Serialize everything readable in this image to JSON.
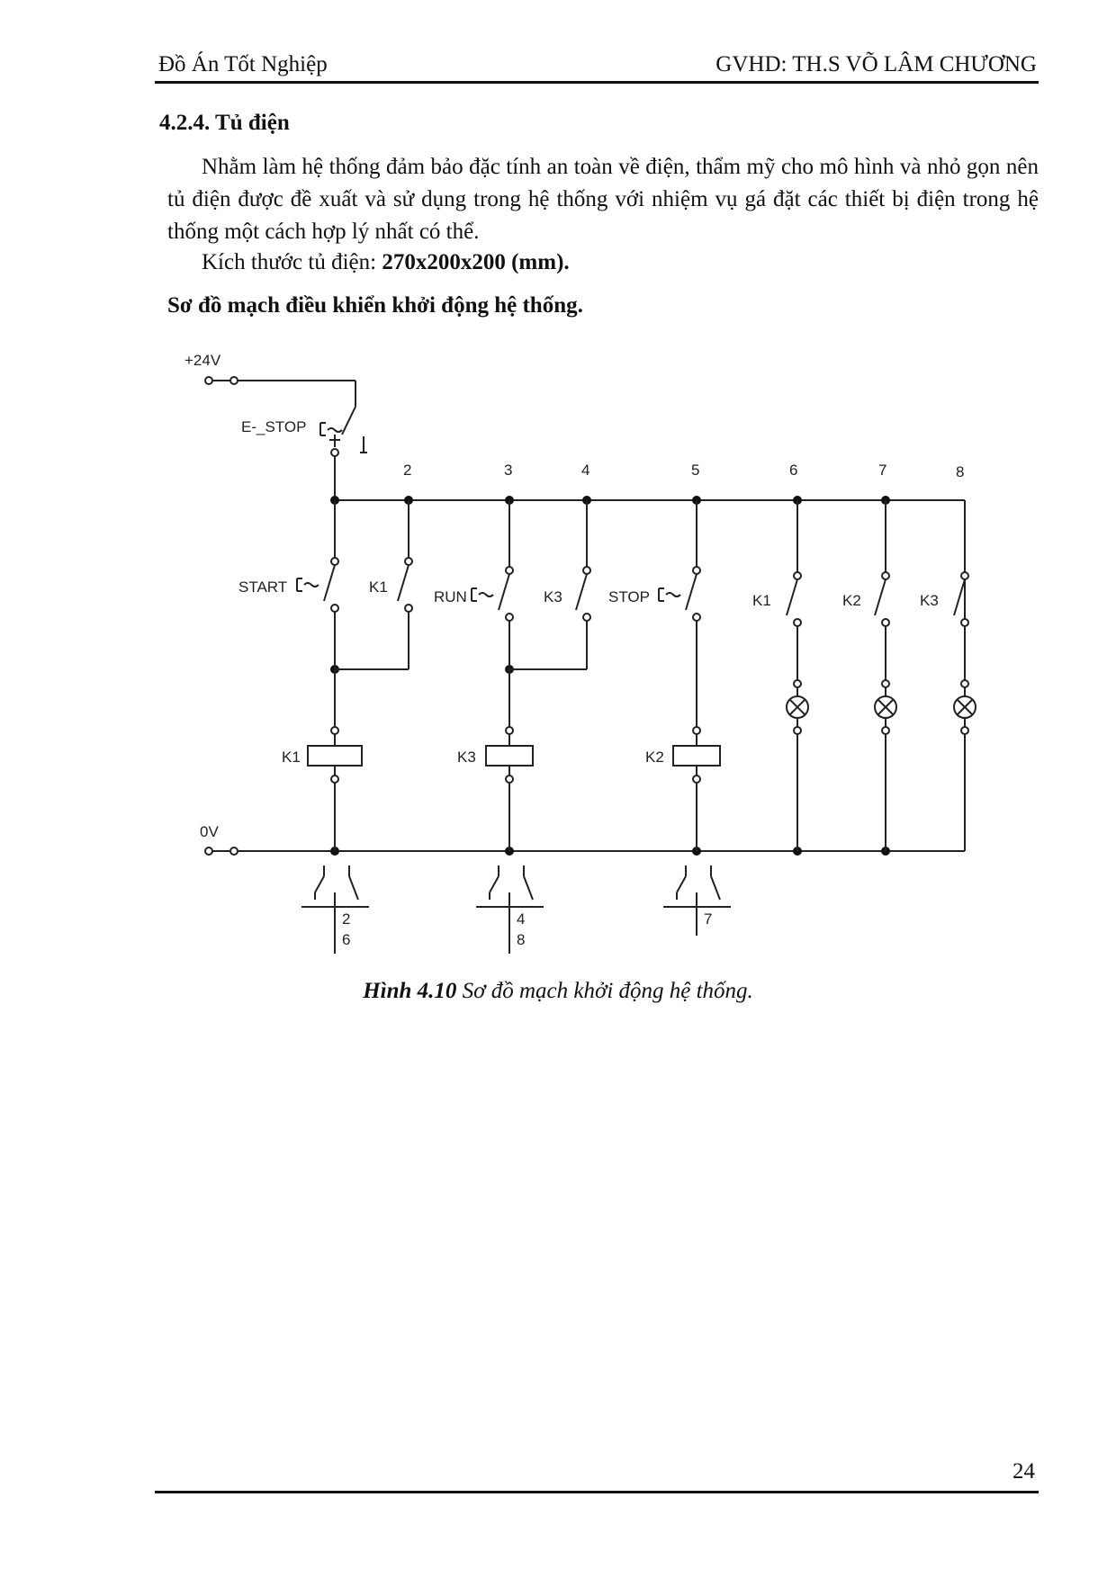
{
  "header": {
    "left": "Đồ Án Tốt Nghiệp",
    "right": "GVHD: TH.S VÕ LÂM CHƯƠNG"
  },
  "section": {
    "title": "4.2.4. Tủ điện",
    "paragraph": "Nhằm làm hệ thống đảm bảo đặc tính an toàn về điện, thẩm mỹ cho mô hình và nhỏ gọn nên tủ điện được đề xuất và sử dụng trong hệ thống với nhiệm vụ gá đặt các thiết bị điện trong hệ thống một cách hợp lý nhất có thể.",
    "dimension_label": "Kích thước tủ điện: ",
    "dimension_value": "270x200x200 (mm).",
    "diagram_heading": "Sơ đồ mạch điều khiển khởi động hệ thống."
  },
  "diagram": {
    "supply_label": "+24V",
    "ground_label": "0V",
    "estop_label": "E-_STOP",
    "line_numbers": [
      "2",
      "3",
      "4",
      "5",
      "6",
      "7",
      "8"
    ],
    "switches": {
      "start": "START",
      "k1_hold": "K1",
      "run": "RUN",
      "k3_hold": "K3",
      "stop": "STOP",
      "lamp_k1": "K1",
      "lamp_k2": "K2",
      "lamp_k3": "K3"
    },
    "coils": {
      "k1": "K1",
      "k3": "K3",
      "k2": "K2"
    },
    "contact_refs": {
      "k1": [
        "2",
        "6"
      ],
      "k3": [
        "4",
        "8"
      ],
      "k2": [
        "7"
      ]
    }
  },
  "caption": {
    "label": "Hình 4.10",
    "text": " Sơ đồ mạch khởi động hệ thống."
  },
  "footer": {
    "page_number": "24"
  }
}
